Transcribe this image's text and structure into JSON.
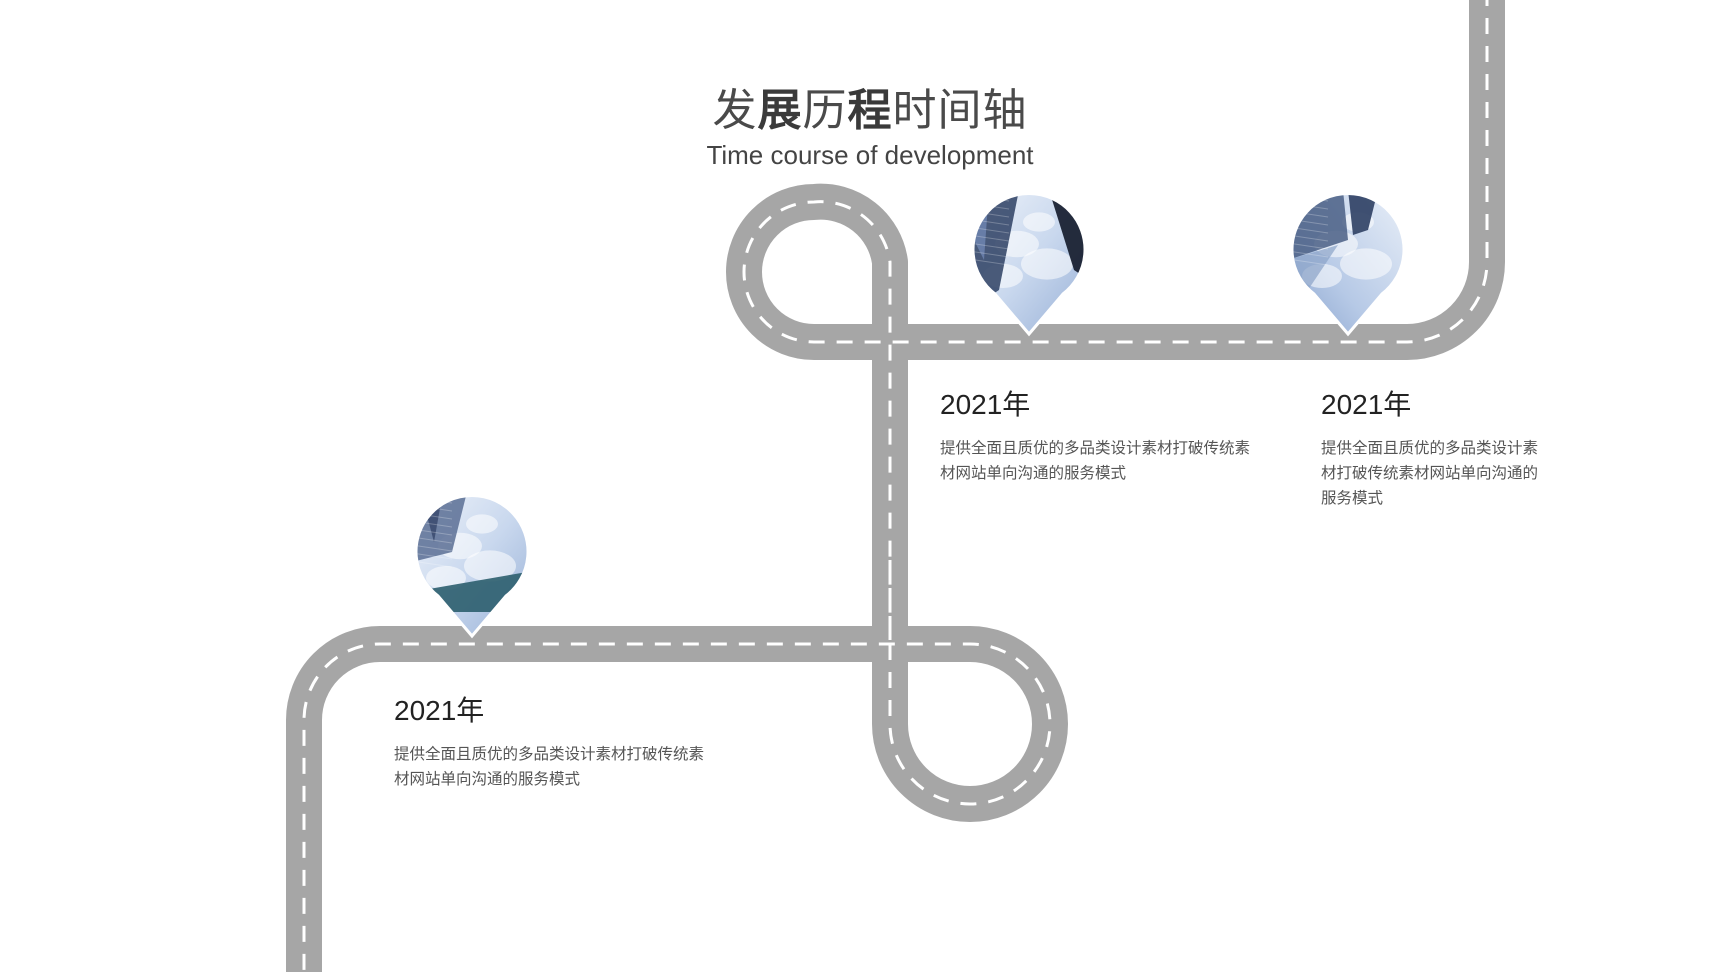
{
  "header": {
    "title_part1": "发",
    "title_part2": "展",
    "title_part3": "历",
    "title_part4": "程",
    "title_part5": "时间轴",
    "subtitle": "Time course of development"
  },
  "milestones": [
    {
      "year": "2021年",
      "desc": "提供全面且质优的多品类设计素材打破传统素材网站单向沟通的服务模式"
    },
    {
      "year": "2021年",
      "desc": "提供全面且质优的多品类设计素材打破传统素材网站单向沟通的服务模式"
    },
    {
      "year": "2021年",
      "desc": "提供全面且质优的多品类设计素材打破传统素材网站单向沟通的服务模式"
    }
  ],
  "colors": {
    "road": "#a6a6a6",
    "lane_marking": "#ffffff",
    "sky_light": "#e6eefa",
    "sky_mid": "#9fb7d9",
    "building_dark": "#2d3f63"
  },
  "icons": [
    "location-pin-photo",
    "location-pin-photo",
    "location-pin-photo"
  ]
}
